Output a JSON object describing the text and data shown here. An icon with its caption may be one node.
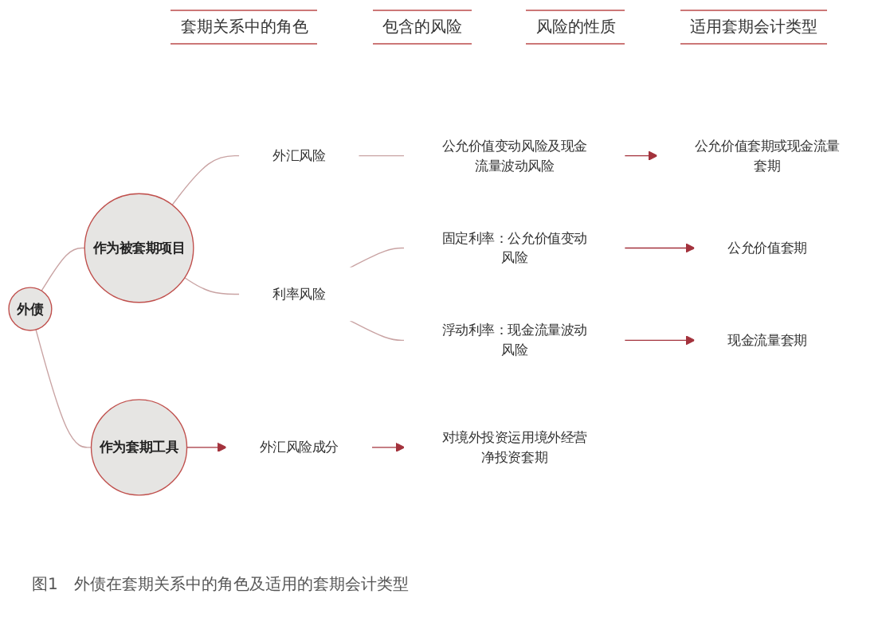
{
  "diagram": {
    "caption": "图1　外债在套期关系中的角色及适用的套期会计类型",
    "nodes": [
      {
        "text": [
          "外债"
        ]
      },
      {
        "text": [
          "作为被套期项目"
        ]
      },
      {
        "text": [
          "作为套期工具"
        ]
      },
      {
        "text": [
          "外汇风险"
        ]
      },
      {
        "text": [
          "利率风险"
        ]
      },
      {
        "text": [
          "外汇风险成分"
        ]
      },
      {
        "text": [
          "公允价值变动风险及现金流量波动风险"
        ]
      },
      {
        "text": [
          "固定利率：公允价值变动风险"
        ]
      },
      {
        "text": [
          "浮动利率：现金流量波动风险"
        ]
      },
      {
        "text": [
          "公允价值套期或现金流量套期"
        ]
      },
      {
        "text": [
          "公允价值套期"
        ]
      },
      {
        "text": [
          "现金流量套期"
        ]
      },
      {
        "text": [
          "对境外投资运用境外经营净投资套期"
        ]
      }
    ],
    "edges": [
      {
        "from": 0,
        "to": 1,
        "arrow": "none"
      },
      {
        "from": 0,
        "to": 2,
        "arrow": "none"
      },
      {
        "from": 1,
        "to": 3,
        "arrow": "none"
      },
      {
        "from": 1,
        "to": 4,
        "arrow": "none"
      },
      {
        "from": 2,
        "to": 5,
        "arrow": "to",
        "color": "#a3323c"
      },
      {
        "from": 3,
        "to": 6,
        "arrow": "none"
      },
      {
        "from": 4,
        "to": 7,
        "arrow": "none"
      },
      {
        "from": 4,
        "to": 8,
        "arrow": "none"
      },
      {
        "from": 6,
        "to": 9,
        "arrow": "to",
        "color": "#a3323c"
      },
      {
        "from": 7,
        "to": 10,
        "arrow": "to",
        "color": "#a3323c"
      },
      {
        "from": 8,
        "to": 11,
        "arrow": "to",
        "color": "#a3323c"
      },
      {
        "from": 5,
        "to": 12,
        "arrow": "to",
        "color": "#a3323c"
      }
    ],
    "labels": [
      "套期关系中的角色",
      "包含的风险",
      "风险的性质",
      "适用套期会计类型"
    ]
  }
}
